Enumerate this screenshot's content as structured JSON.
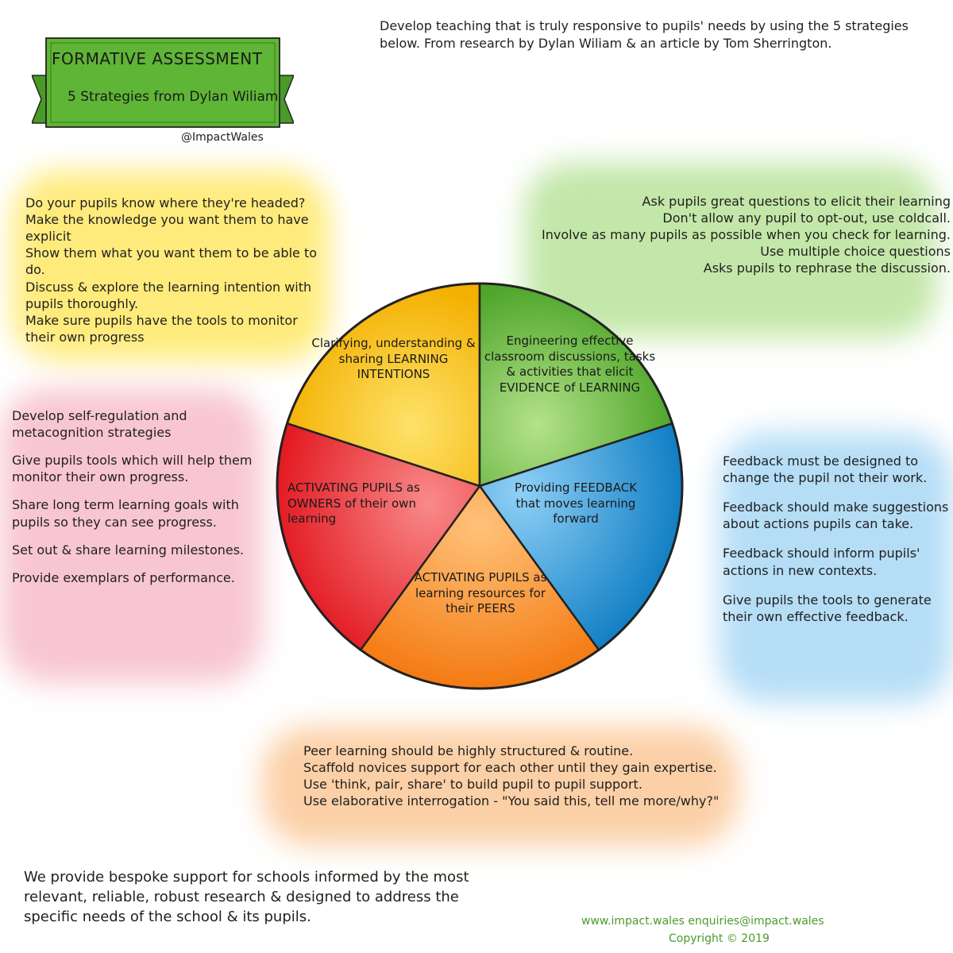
{
  "header": {
    "title": "Formative Assessment",
    "subtitle": "5 Strategies from Dylan Wiliam",
    "handle": "@ImpactWales",
    "intro": "Develop teaching that is truly responsive to pupils' needs by using the 5 strategies below. From research by Dylan Wiliam & an article by Tom Sherrington."
  },
  "colors": {
    "yellow": "#f6b400",
    "green": "#5fb536",
    "blue": "#1a8fd6",
    "orange": "#f78a1c",
    "red": "#e8202d",
    "banner": "#5fb536"
  },
  "wheel": {
    "clarifying": "Clarifying, understanding & sharing LEARNING INTENTIONS",
    "engineering": "Engineering effective classroom discussions, tasks & activities that elicit EVIDENCE of LEARNING",
    "feedback": "Providing FEEDBACK that moves learning forward",
    "peers": "ACTIVATING PUPILS as learning resources for their PEERS",
    "owners": "ACTIVATING PUPILS as OWNERS of their own learning"
  },
  "yellow_notes": [
    "Do your pupils know where they're headed?",
    "Make the knowledge you want them to have explicit",
    "Show them what you want them to be able to do.",
    "Discuss & explore the learning intention with pupils thoroughly.",
    "Make sure pupils have the tools to monitor their own progress"
  ],
  "green_notes": [
    "Ask pupils great questions to elicit their learning",
    "Don't allow any pupil to opt-out, use coldcall.",
    "Involve as many pupils as possible when you check for learning.",
    "Use multiple choice questions",
    "Asks pupils to rephrase the discussion."
  ],
  "pink_notes": [
    "Develop self-regulation and metacognition strategies",
    "Give pupils tools which will help them monitor their own progress.",
    "Share long term learning goals with pupils so they can see progress.",
    "Set out & share learning milestones.",
    "Provide exemplars of performance."
  ],
  "blue_notes": [
    "Feedback must be designed to change the pupil not their work.",
    "Feedback should make suggestions about actions pupils can take.",
    "Feedback should inform pupils' actions in new contexts.",
    "Give pupils the tools to generate their own effective feedback."
  ],
  "orange_notes": [
    "Peer learning should be highly structured & routine.",
    "Scaffold novices support for each other until they gain expertise.",
    "Use 'think, pair, share' to build pupil to pupil support.",
    "Use elaborative interrogation - \"You said this, tell me more/why?\""
  ],
  "footer": {
    "closing": "We provide bespoke support for schools informed by the most relevant, reliable, robust research & designed to address the specific needs of the school & its pupils.",
    "links": "www.impact.wales   enquiries@impact.wales",
    "copyright": "Copyright © 2019"
  }
}
